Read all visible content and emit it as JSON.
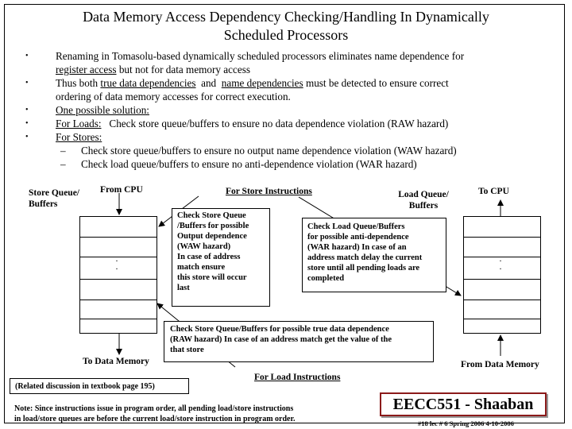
{
  "title_line1": "Data Memory Access Dependency Checking/Handling In Dynamically",
  "title_line2": "Scheduled Processors",
  "bullets": {
    "b1_a": "Renaming in Tomasolu-based dynamically scheduled processors eliminates name dependence for",
    "b1_b_u": "register access",
    "b1_b_rest": " but not for data memory access",
    "b2_a": "Thus both ",
    "b2_u1": "true data dependencies",
    "b2_mid": "  and  ",
    "b2_u2": "name dependencies",
    "b2_rest": " must be detected to ensure correct",
    "b2_c": "ordering of data memory accesses for correct execution.",
    "b3": "One possible solution:",
    "b4_u": "For Loads:",
    "b4_rest": "   Check store queue/buffers to ensure no data dependence violation (RAW hazard)",
    "b5": "For Stores:",
    "s1": "Check store queue/buffers to ensure no output name dependence violation (WAW hazard)",
    "s2": "Check load queue/buffers to ensure no anti-dependence violation (WAR hazard)",
    "dot": "•",
    "dash": "–"
  },
  "diagram": {
    "store_queue_l1": "Store Queue/",
    "store_queue_l2": "Buffers",
    "from_cpu": "From CPU",
    "for_store": "For Store Instructions",
    "load_queue_l1": "Load Queue/",
    "load_queue_l2": "Buffers",
    "to_cpu": "To CPU",
    "store_check": [
      "Check Store Queue",
      "/Buffers for possible",
      "Output dependence",
      "(WAW hazard)",
      "In case of address",
      "match ensure",
      "this store will occur",
      "last"
    ],
    "load_check": [
      "Check Load Queue/Buffers",
      "for possible anti-dependence",
      "(WAR hazard) In case of an",
      "address match delay the current",
      "store until all pending loads are",
      "completed"
    ],
    "raw_check": [
      "Check Store Queue/Buffers for possible true data dependence",
      "(RAW hazard) In case of an address match get the value of the",
      "that store"
    ],
    "to_memory": "To Data Memory",
    "from_memory": "From Data Memory",
    "for_load": "For Load Instructions",
    "related": "(Related discussion in textbook page 195)",
    "note_l1": "Note: Since instructions issue in program order,  all pending load/store instructions",
    "note_l2": "in load/store queues are before the current load/store instruction in program order.",
    "dots": "·\n·"
  },
  "footer": {
    "logo": "EECC551 - Shaaban",
    "small": "#18   lec # 6   Spring 2006  4-10-2006"
  }
}
